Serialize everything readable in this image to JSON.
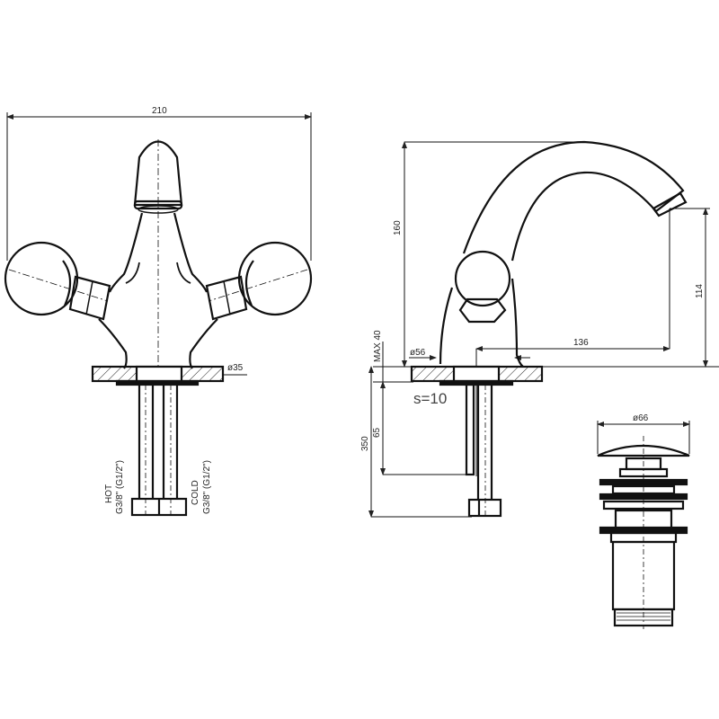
{
  "diagram": {
    "type": "technical-drawing",
    "subject": "mixer tap with pop-up waste",
    "colors": {
      "line": "#111111",
      "dim": "#333333",
      "background": "#ffffff"
    },
    "front_view": {
      "width_label": "210",
      "base_diameter_label": "ø35",
      "hot_label": "HOT",
      "hot_thread": "G3/8\" (G1/2\")",
      "cold_label": "COLD",
      "cold_thread": "G3/8\" (G1/2\")"
    },
    "side_view": {
      "height_label": "160",
      "outlet_height_label": "114",
      "reach_label": "136",
      "base_diameter_label": "ø56",
      "max_thickness_label": "MAX 40",
      "plate_label": "s=10",
      "shank_label": "65",
      "hose_length_label": "350"
    },
    "waste_view": {
      "diameter_label": "ø66"
    }
  }
}
